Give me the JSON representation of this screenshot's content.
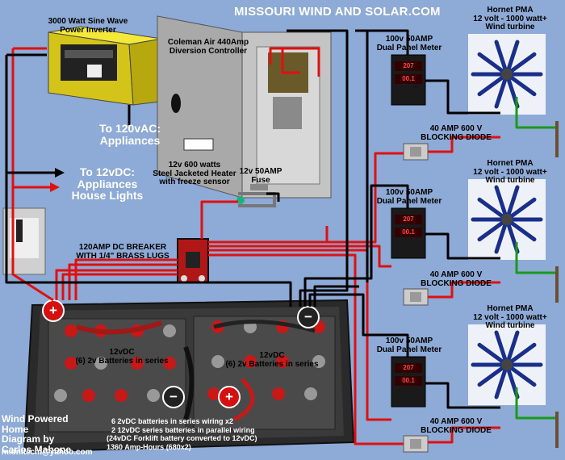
{
  "site_title": "MISSOURI WIND AND SOLAR.COM",
  "inverter": {
    "line1": "3000 Watt Sine Wave",
    "line2": "Power Inverter"
  },
  "ac_out": {
    "line1": "To 120vAC:",
    "line2": "Appliances"
  },
  "dc_out": {
    "line1": "To 12vDC:",
    "line2": "Appliances",
    "line3": "House Lights"
  },
  "controller": {
    "line1": "Coleman Air 440Amp",
    "line2": "Diversion Controller"
  },
  "heater": {
    "line1": "12v  600 watts",
    "line2": "Steel Jacketed Heater",
    "line3": "with freeze  sensor"
  },
  "fuse": {
    "line1": "12v 50AMP",
    "line2": "Fuse"
  },
  "breaker": {
    "line1": "120AMP DC BREAKER",
    "line2": "WITH 1/4\" BRASS LUGS"
  },
  "meters": [
    {
      "line1": "100v 50AMP",
      "line2": "Dual Panel Meter",
      "volts": "207",
      "amps": "00.1"
    },
    {
      "line1": "100v 50AMP",
      "line2": "Dual Panel Meter",
      "volts": "207",
      "amps": "00.1"
    },
    {
      "line1": "100v 50AMP",
      "line2": "Dual Panel Meter",
      "volts": "207",
      "amps": "00.1"
    }
  ],
  "diodes": [
    {
      "line1": "40 AMP 600 V",
      "line2": "BLOCKING DIODE"
    },
    {
      "line1": "40 AMP 600 V",
      "line2": "BLOCKING DIODE"
    },
    {
      "line1": "40 AMP 600 V",
      "line2": "BLOCKING DIODE"
    }
  ],
  "turbines": [
    {
      "line1": "Hornet PMA",
      "line2": "12 volt - 1000 watt+",
      "line3": "Wind turbine"
    },
    {
      "line1": "Hornet PMA",
      "line2": "12 volt - 1000 watt+",
      "line3": "Wind turbine"
    },
    {
      "line1": "Hornet PMA",
      "line2": "12 volt - 1000 watt+",
      "line3": "Wind turbine"
    }
  ],
  "battery_left": {
    "line1": "12vDC",
    "line2": "(6) 2v Batteries in series"
  },
  "battery_right": {
    "line1": "12vDC",
    "line2": "(6) 2v Batteries in series"
  },
  "terminals": {
    "plus": "+",
    "minus": "−"
  },
  "credit": {
    "line1": "Wind Powered Home",
    "line2": "Diagram by",
    "line3": "Carlos Mahone",
    "email": "midnitecm@yahoo.com"
  },
  "notes": [
    "6 2vDC batteries in series wiring x2",
    "2 12vDC series batteries in parallel wiring",
    "(24vDC Forklift battery converted to 12vDC)",
    "1360 Amp-Hours (680x2)"
  ],
  "colors": {
    "background": "#8eaad6",
    "positive_wire": "#e01010",
    "negative_wire": "#000000",
    "ground_wire": "#1a9a1a",
    "inverter_body": "#f2e41a"
  }
}
